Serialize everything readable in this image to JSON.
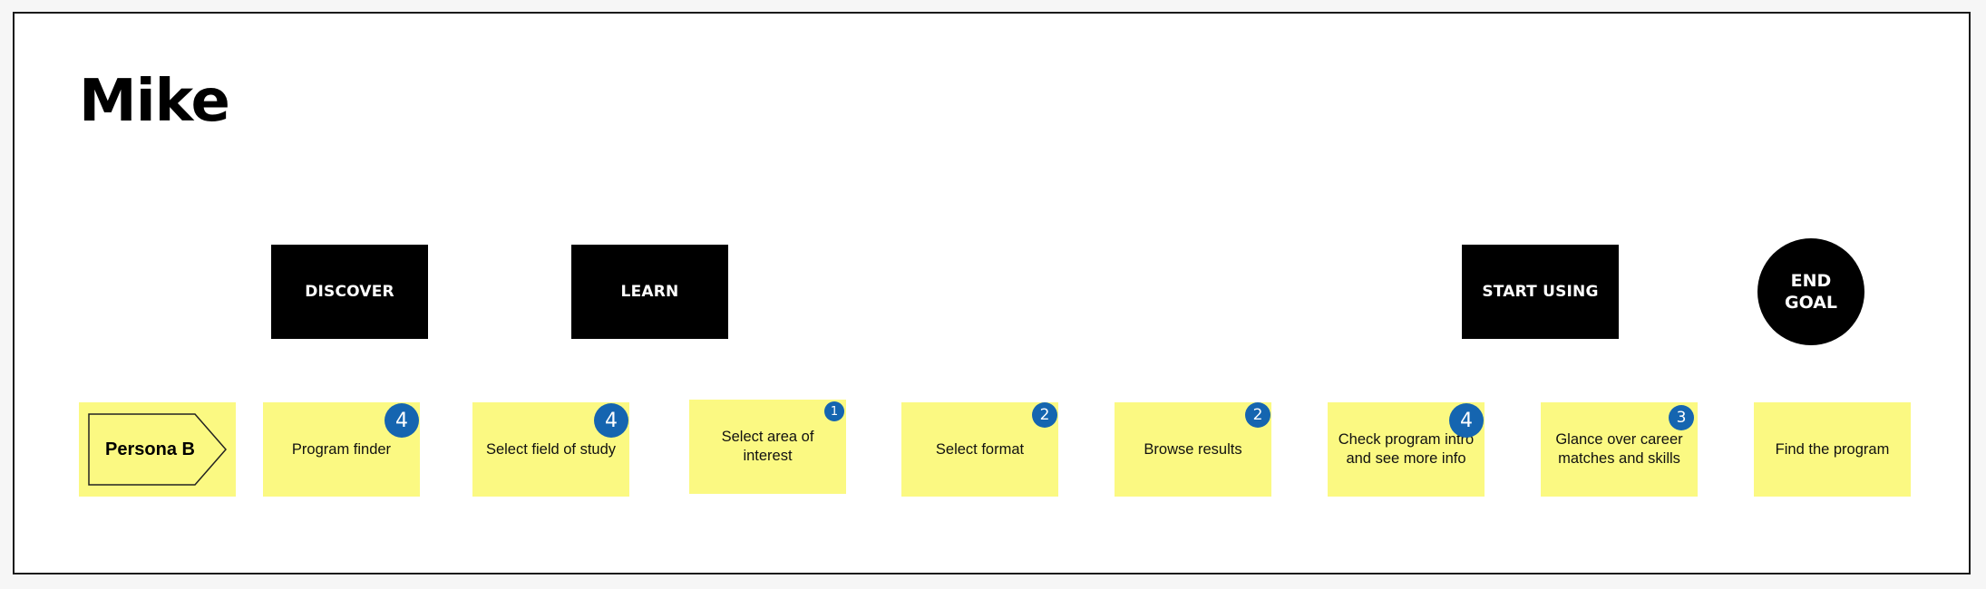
{
  "title": "Mike",
  "colors": {
    "sticky": "#fbf982",
    "stage": "#000000",
    "badge": "#1565b0",
    "canvas": "#ffffff"
  },
  "stages": [
    {
      "label": "DISCOVER"
    },
    {
      "label": "LEARN"
    },
    {
      "label": "START USING"
    }
  ],
  "end_goal": "END GOAL",
  "persona": {
    "label": "Persona B",
    "shape": "pentagon-arrow"
  },
  "steps": [
    {
      "label": "Program finder",
      "count": "4"
    },
    {
      "label": "Select field of study",
      "count": "4"
    },
    {
      "label": "Select area of interest",
      "count": "1"
    },
    {
      "label": "Select format",
      "count": "2"
    },
    {
      "label": "Browse results",
      "count": "2"
    },
    {
      "label": "Check program intro and see more info",
      "count": "4"
    },
    {
      "label": "Glance over career matches and skills",
      "count": "3"
    },
    {
      "label": "Find the program"
    }
  ]
}
